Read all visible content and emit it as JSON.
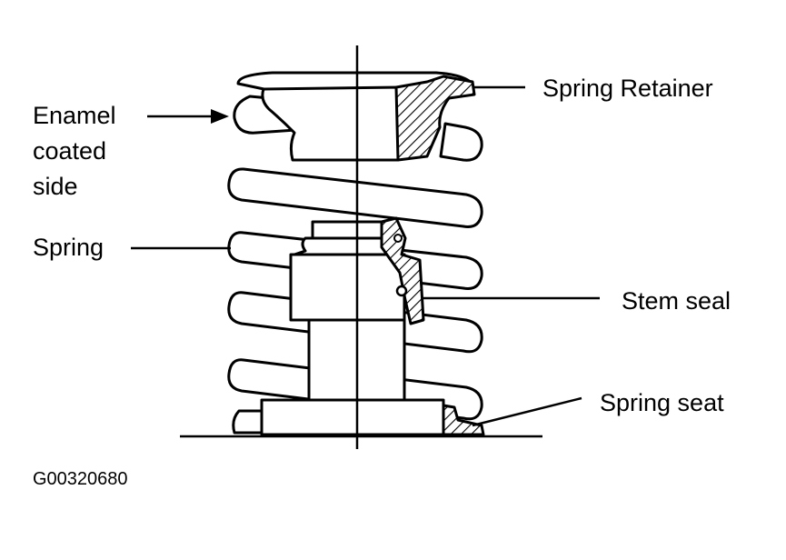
{
  "labels": {
    "enamel_line1": "Enamel",
    "enamel_line2": "coated",
    "enamel_line3": "side",
    "spring": "Spring",
    "spring_retainer": "Spring Retainer",
    "stem_seal": "Stem seal",
    "spring_seat": "Spring seat"
  },
  "figure_code": "G00320680"
}
